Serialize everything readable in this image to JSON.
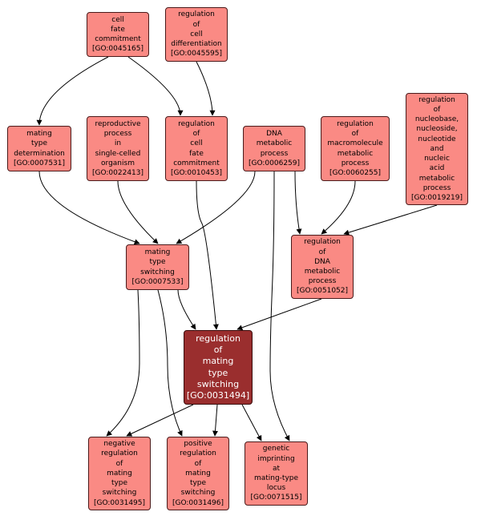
{
  "nodes": [
    {
      "id": "n_0045165",
      "lines": [
        "cell",
        "fate",
        "commitment",
        "[GO:0045165]"
      ]
    },
    {
      "id": "n_0045595",
      "lines": [
        "regulation",
        "of",
        "cell",
        "differentiation",
        "[GO:0045595]"
      ]
    },
    {
      "id": "n_0007531",
      "lines": [
        "mating",
        "type",
        "determination",
        "[GO:0007531]"
      ]
    },
    {
      "id": "n_0022413",
      "lines": [
        "reproductive",
        "process",
        "in",
        "single-celled",
        "organism",
        "[GO:0022413]"
      ]
    },
    {
      "id": "n_0010453",
      "lines": [
        "regulation",
        "of",
        "cell",
        "fate",
        "commitment",
        "[GO:0010453]"
      ]
    },
    {
      "id": "n_0006259",
      "lines": [
        "DNA",
        "metabolic",
        "process",
        "[GO:0006259]"
      ]
    },
    {
      "id": "n_0060255",
      "lines": [
        "regulation",
        "of",
        "macromolecule",
        "metabolic",
        "process",
        "[GO:0060255]"
      ]
    },
    {
      "id": "n_0019219",
      "lines": [
        "regulation",
        "of",
        "nucleobase,",
        "nucleoside,",
        "nucleotide",
        "and",
        "nucleic",
        "acid",
        "metabolic",
        "process",
        "[GO:0019219]"
      ]
    },
    {
      "id": "n_0007533",
      "lines": [
        "mating",
        "type",
        "switching",
        "[GO:0007533]"
      ]
    },
    {
      "id": "n_0051052",
      "lines": [
        "regulation",
        "of",
        "DNA",
        "metabolic",
        "process",
        "[GO:0051052]"
      ]
    },
    {
      "id": "n_0031494",
      "lines": [
        "regulation",
        "of",
        "mating",
        "type",
        "switching",
        "[GO:0031494]"
      ],
      "focus": true
    },
    {
      "id": "n_0031495",
      "lines": [
        "negative",
        "regulation",
        "of",
        "mating",
        "type",
        "switching",
        "[GO:0031495]"
      ]
    },
    {
      "id": "n_0031496",
      "lines": [
        "positive",
        "regulation",
        "of",
        "mating",
        "type",
        "switching",
        "[GO:0031496]"
      ]
    },
    {
      "id": "n_0071515",
      "lines": [
        "genetic",
        "imprinting",
        "at",
        "mating-type",
        "locus",
        "[GO:0071515]"
      ]
    }
  ],
  "edges": [
    {
      "from": "n_0045165",
      "to": "n_0007531"
    },
    {
      "from": "n_0045165",
      "to": "n_0010453"
    },
    {
      "from": "n_0045595",
      "to": "n_0010453"
    },
    {
      "from": "n_0007531",
      "to": "n_0007533"
    },
    {
      "from": "n_0022413",
      "to": "n_0007533"
    },
    {
      "from": "n_0006259",
      "to": "n_0007533"
    },
    {
      "from": "n_0006259",
      "to": "n_0051052"
    },
    {
      "from": "n_0060255",
      "to": "n_0051052"
    },
    {
      "from": "n_0019219",
      "to": "n_0051052"
    },
    {
      "from": "n_0010453",
      "to": "n_0031494"
    },
    {
      "from": "n_0007533",
      "to": "n_0031494"
    },
    {
      "from": "n_0051052",
      "to": "n_0031494"
    },
    {
      "from": "n_0007533",
      "to": "n_0031495"
    },
    {
      "from": "n_0007533",
      "to": "n_0031496"
    },
    {
      "from": "n_0006259",
      "to": "n_0071515"
    },
    {
      "from": "n_0031494",
      "to": "n_0031495"
    },
    {
      "from": "n_0031494",
      "to": "n_0031496"
    },
    {
      "from": "n_0031494",
      "to": "n_0071515"
    }
  ],
  "colors": {
    "node_fill": "#fa8a84",
    "focus_fill": "#9a2e2e",
    "edge": "#000000"
  }
}
